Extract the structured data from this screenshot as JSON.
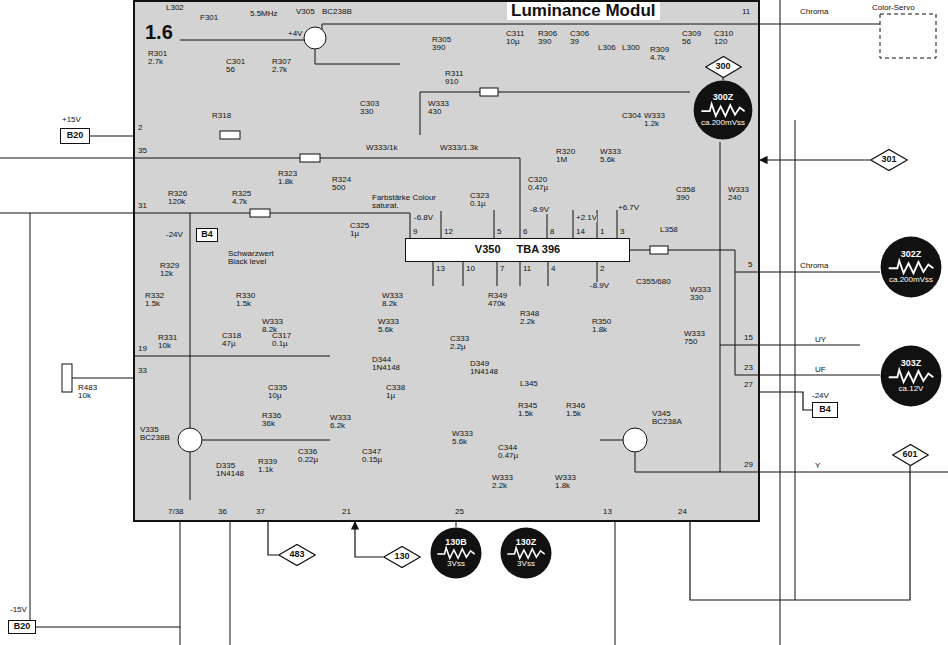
{
  "diagram": {
    "nodes": [
      {
        "text": [
          "1.6",
          "Luminance Modul"
        ]
      },
      {
        "text": [
          "V350",
          "TBA 396"
        ],
        "in": 0
      },
      {
        "text": [
          "B20"
        ]
      },
      {
        "text": [
          "B4"
        ],
        "in": 0
      },
      {
        "text": [
          "B4"
        ]
      },
      {
        "text": [
          "300"
        ],
        "in": 0
      },
      {
        "text": [
          "301"
        ]
      },
      {
        "text": [
          "130"
        ]
      },
      {
        "text": [
          "483"
        ]
      },
      {
        "text": [
          "601"
        ]
      },
      {
        "text": [
          "300Z",
          "ca.200mVss"
        ],
        "in": 0
      },
      {
        "text": [
          "302Z",
          "ca.200mVss"
        ]
      },
      {
        "text": [
          "303Z",
          "ca.12V"
        ]
      },
      {
        "text": [
          "130B",
          "3Vss"
        ]
      },
      {
        "text": [
          "130Z",
          "3Vss"
        ]
      },
      {
        "text": [
          "B20"
        ]
      }
    ],
    "edges": [
      {
        "from": 2,
        "to": 0,
        "arrow": "none"
      },
      {
        "from": 4,
        "to": 0,
        "arrow": "none"
      },
      {
        "from": 6,
        "to": 0,
        "arrow": "to"
      },
      {
        "from": 7,
        "to": 0,
        "arrow": "to"
      },
      {
        "from": 8,
        "to": 0,
        "arrow": "none"
      },
      {
        "from": 9,
        "to": 0,
        "arrow": "none"
      },
      {
        "from": 5,
        "to": 10,
        "arrow": "none"
      }
    ],
    "labels": [
      "L302",
      "R301 2.7k",
      "F301",
      "5.5MHz",
      "V305",
      "BC238B",
      "C301 56",
      "R307 2.7k",
      "+4V",
      "R305 390",
      "R311 910",
      "C311 10µ",
      "R306 390",
      "C306 39",
      "L306",
      "L300",
      "R309 4.7k",
      "C309 56",
      "C310 120",
      "C303 330",
      "W333 430",
      "R318",
      "R323 1.8k",
      "R326 120k",
      "R325 4.7k",
      "-24V",
      "Schwarzwert Black level",
      "R329 12k",
      "R332 1.5k",
      "R330 1.5k",
      "W333 8.2k",
      "W333/1k",
      "W333/1.3k",
      "R324 500",
      "Farbstärke Colour saturat.",
      "C323 0.1µ",
      "C325 1µ",
      "-6.8V",
      "R320 1M",
      "C320 0.47µ",
      "-8.9V",
      "C304",
      "W333 1.2k",
      "W333 5.6k",
      "+6.7V",
      "C358 390",
      "W333 240",
      "L358",
      "C355/680",
      "W333 330",
      "+2.1V",
      "9",
      "12",
      "5",
      "6",
      "8",
      "14",
      "1",
      "3",
      "13",
      "10",
      "7",
      "11",
      "4",
      "2",
      "W333 8.2k",
      "W333 5.6k",
      "R349 470k",
      "C333 2.2µ",
      "D344 1N4148",
      "D349 1N4148",
      "R348 2.2k",
      "-8.9V",
      "R350 1.8k",
      "W333 750",
      "R331 10k",
      "C318 47µ",
      "C317 0.1µ",
      "C335 10µ",
      "R336 36k",
      "V335 BC238B",
      "D335 1N4148",
      "R339 1.1k",
      "C336 0.22µ",
      "C338 1µ",
      "W333 6.2k",
      "C347 0.15µ",
      "W333 5.6k",
      "C344 0.47µ",
      "L345",
      "R345 1.5k",
      "R346 1.5k",
      "V345 BC238A",
      "W333 2.2k",
      "W333 1.8k",
      "R483 10k",
      "Color-Servo",
      "Chroma",
      "Chroma",
      "UY",
      "UF",
      "Y",
      "+15V",
      "-24V",
      "-15V",
      "11",
      "2",
      "35",
      "31",
      "19",
      "33",
      "5",
      "15",
      "23",
      "27",
      "29",
      "7/38",
      "36",
      "37",
      "21",
      "25",
      "13",
      "24"
    ]
  }
}
